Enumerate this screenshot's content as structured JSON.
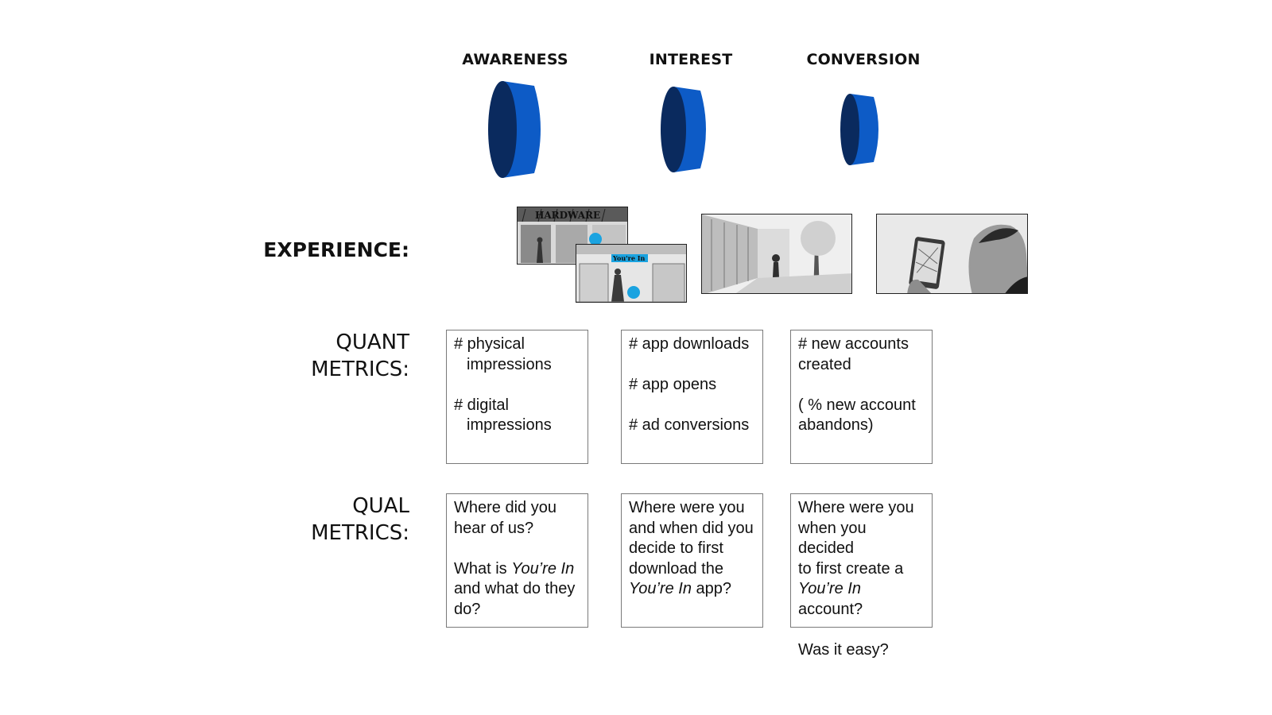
{
  "stages": [
    {
      "title": "AWARENESS"
    },
    {
      "title": "INTEREST"
    },
    {
      "title": "CONVERSION"
    }
  ],
  "rows": {
    "experience": "EXPERIENCE:",
    "quant": [
      "QUANT",
      "METRICS:"
    ],
    "qual": [
      "QUAL",
      "METRICS:"
    ]
  },
  "colors": {
    "funnel_face": "#0d5bc6",
    "funnel_back": "#0a2a5e",
    "accent_bubble": "#1aa3e0"
  },
  "experience_panels": {
    "awareness": {
      "sign_hardware": "HARDWARE",
      "sign_youre_in": "You're In"
    },
    "interest": {
      "icon": "street-scene"
    },
    "conversion": {
      "icon": "phone-map-scene"
    }
  },
  "quant": {
    "awareness": {
      "line1": "# physical",
      "line1b": "impressions",
      "line2": "# digital",
      "line2b": "impressions"
    },
    "interest": {
      "line1": "# app downloads",
      "line2": "# app opens",
      "line3": "# ad conversions"
    },
    "conversion": {
      "line1": "# new accounts",
      "line1b": "created",
      "line2": "( % new account",
      "line2b": "abandons)"
    }
  },
  "qual": {
    "awareness": {
      "l1": "Where did you",
      "l2": "hear of us?",
      "l3_pre": "What is ",
      "l3_em": "You’re In",
      "l4": "and what do they",
      "l5": "do?"
    },
    "interest": {
      "l1": "Where were you",
      "l2": "and when did you",
      "l3": "decide to first",
      "l4": "download the",
      "l5_em": "You’re In",
      "l5_post": " app?"
    },
    "conversion": {
      "l1": "Where were you",
      "l2": "when you decided",
      "l3": "to first create a",
      "l4_em": "You’re In",
      "l4_post": " account?",
      "l5": "Was it easy?"
    }
  }
}
